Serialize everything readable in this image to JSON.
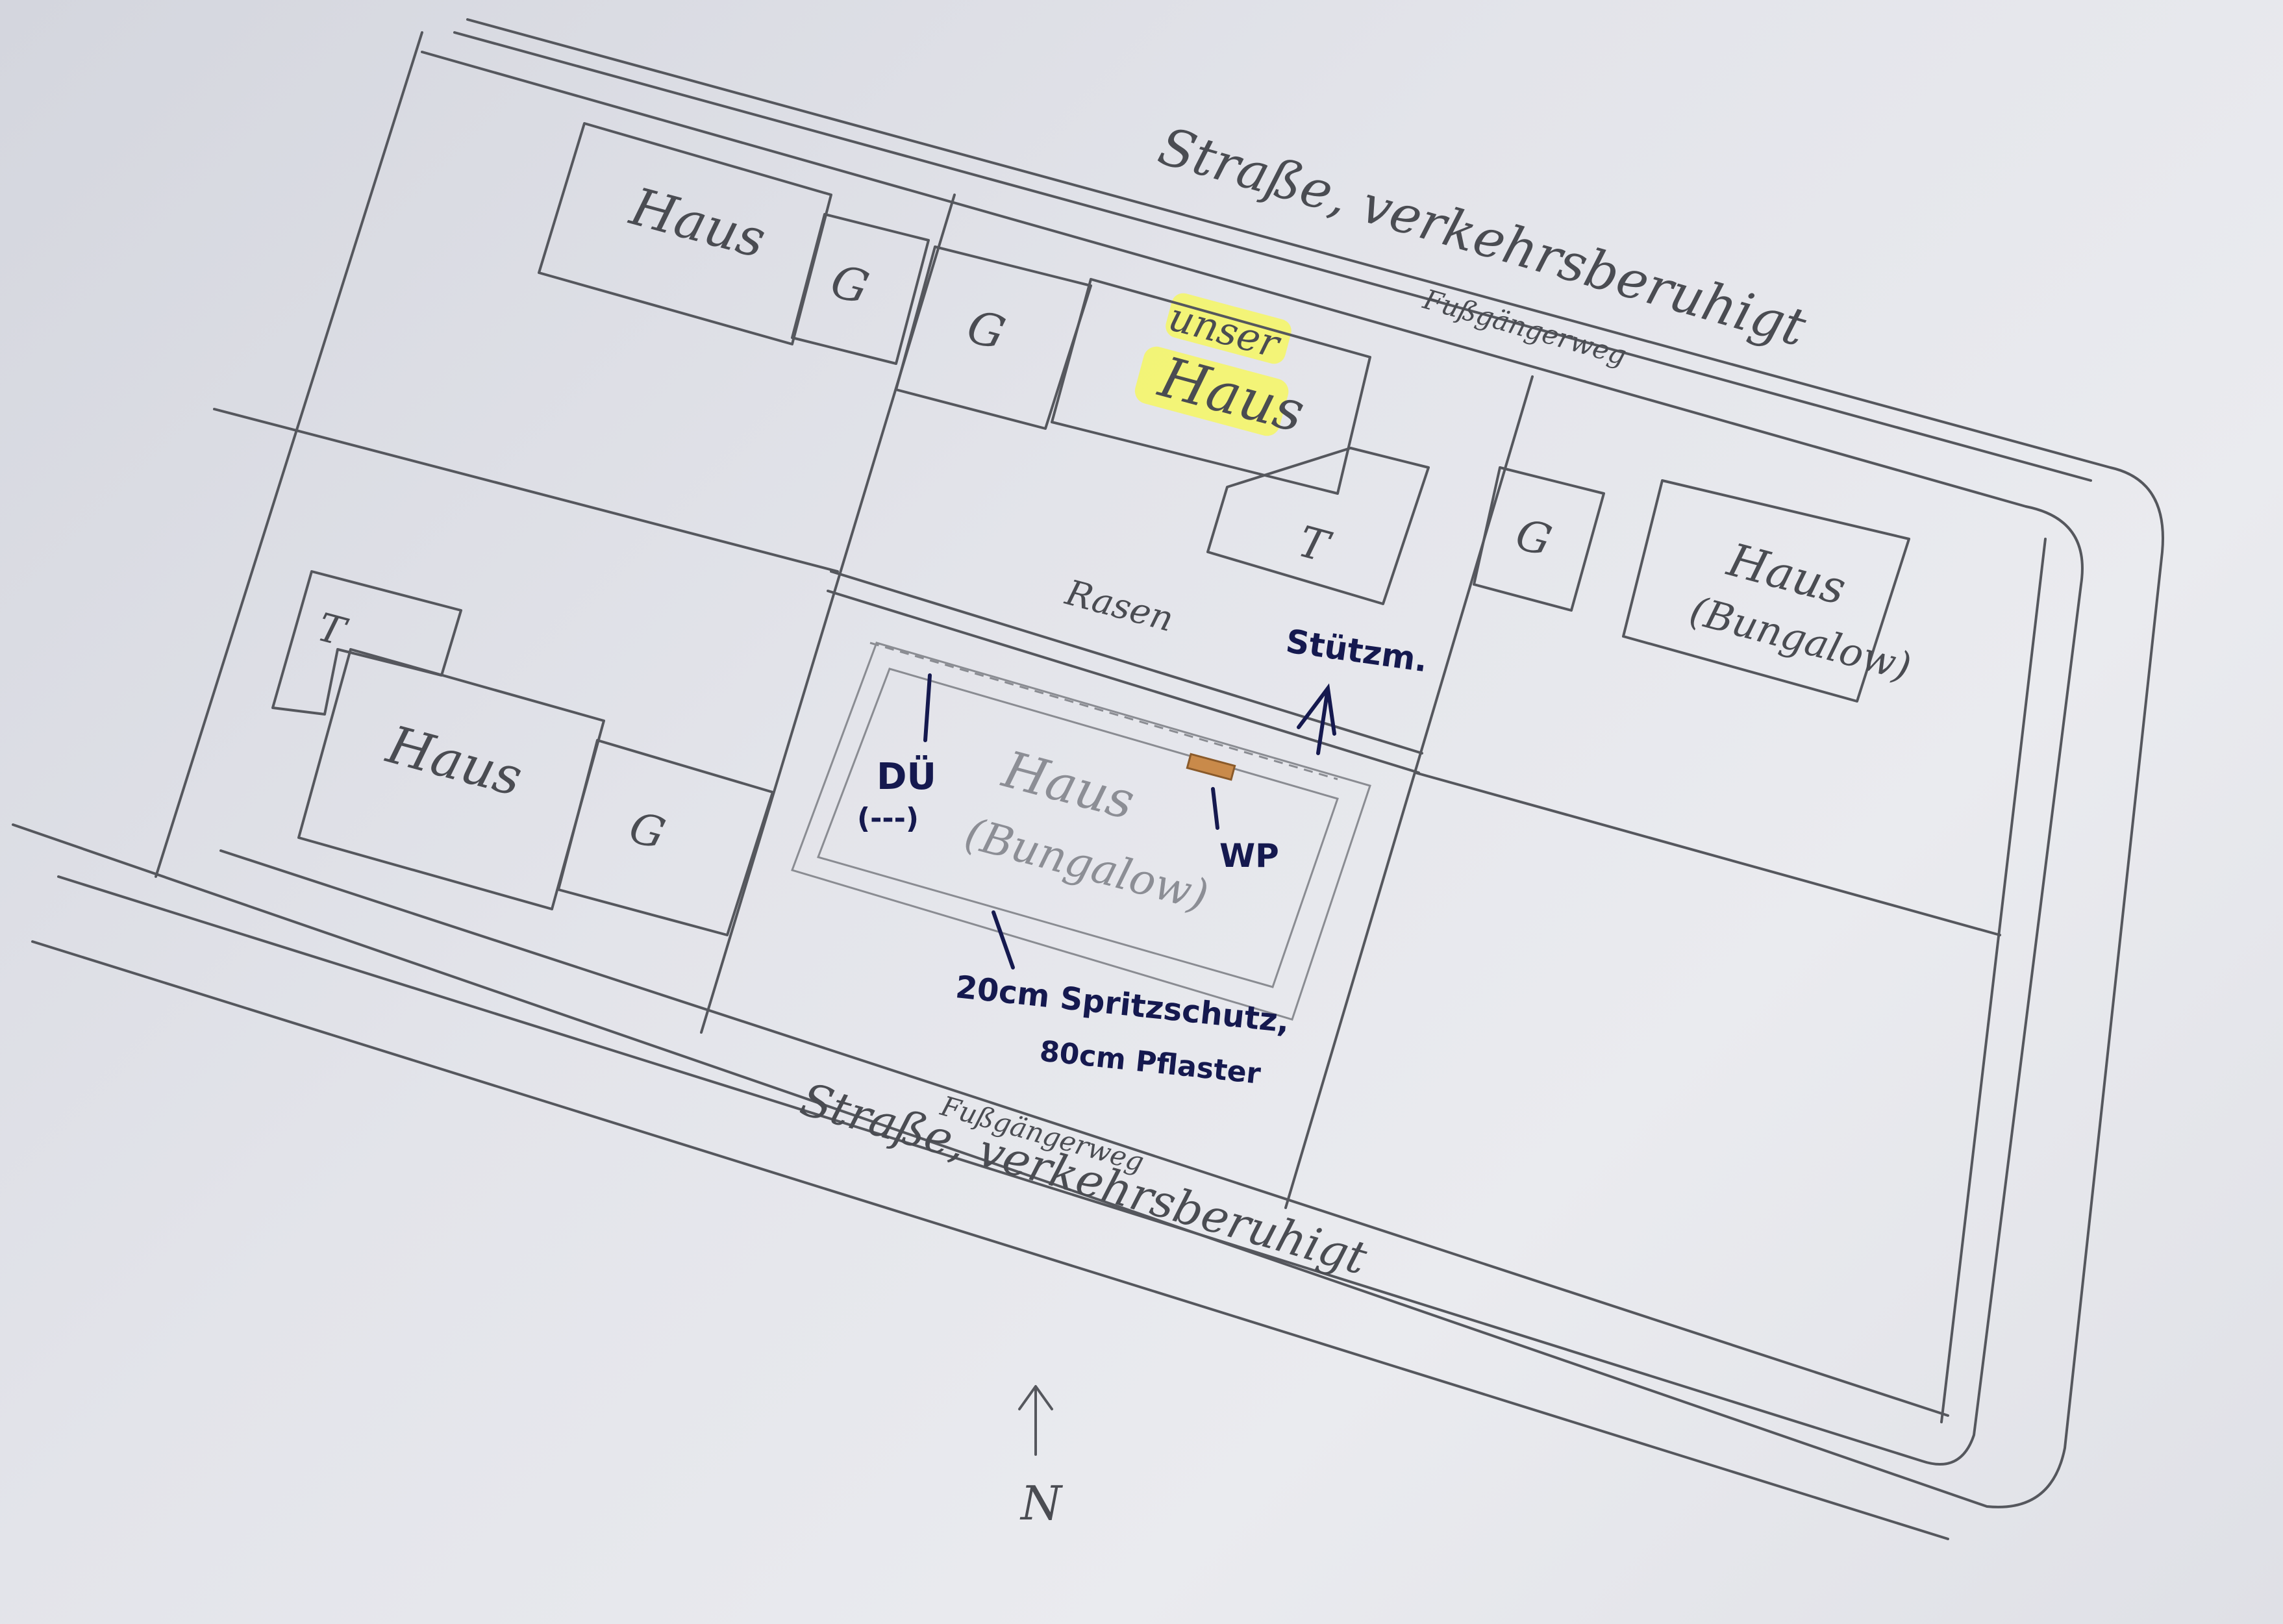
{
  "diagram": {
    "street_north": "Straße, verkehrsberuhigt",
    "footpath_north": "Fußgängerweg",
    "street_south": "Straße, verkehrsberuhigt",
    "footpath_south": "Fußgängerweg",
    "north_label": "N",
    "house_label": "Haus",
    "garage_label": "G",
    "terrace_label": "T",
    "our_house_line1": "unser",
    "our_house_line2": "Haus",
    "lawn_label": "Rasen",
    "bungalow_line1": "Haus",
    "bungalow_line2": "(Bungalow)",
    "retaining_wall_label": "Stützm.",
    "heat_pump_label": "WP",
    "downspout_label": "DÜ",
    "downspout_symbol": "(---)",
    "splash_line1": "20cm Spritzschutz,",
    "splash_line2": "80cm Pflaster",
    "highlight_color": "#f4f56a",
    "pen_color": "#15194f",
    "pencil_color": "#55575d",
    "heat_pump_color": "#c98a4a"
  }
}
